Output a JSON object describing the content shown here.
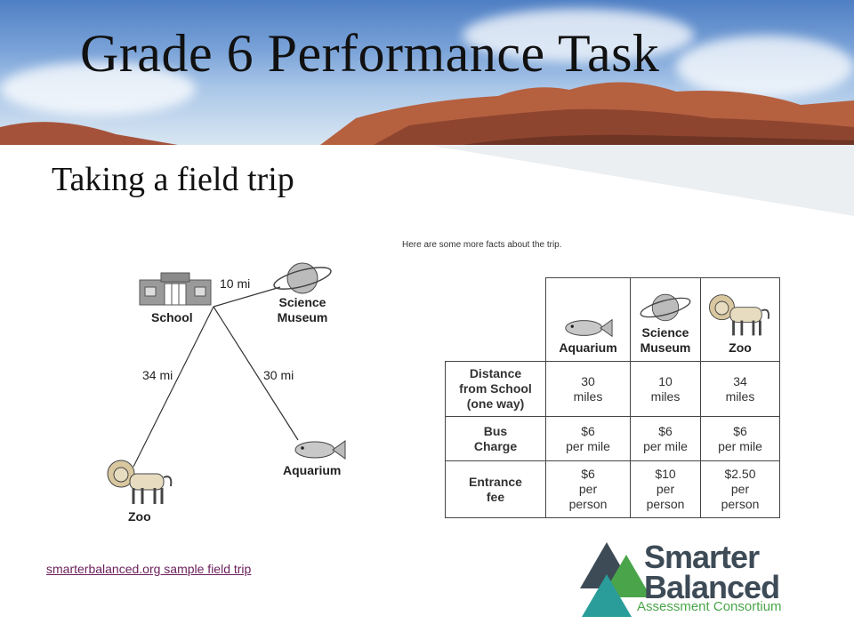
{
  "slide": {
    "title": "Grade 6 Performance Task",
    "subtitle": "Taking a field trip",
    "source_link": "smarterbalanced.org sample field trip"
  },
  "map": {
    "places": {
      "school": "School",
      "science_museum_line1": "Science",
      "science_museum_line2": "Museum",
      "aquarium": "Aquarium",
      "zoo": "Zoo"
    },
    "distances": {
      "school_to_museum": "10 mi",
      "school_to_zoo": "34 mi",
      "museum_to_aquarium": "30 mi"
    }
  },
  "facts": {
    "intro": "Here are some more facts about the trip.",
    "columns": {
      "aquarium": "Aquarium",
      "museum_line1": "Science",
      "museum_line2": "Museum",
      "zoo": "Zoo"
    },
    "rows": [
      {
        "header": [
          "Distance",
          "from School",
          "(one way)"
        ],
        "cells": [
          [
            "30",
            "miles"
          ],
          [
            "10",
            "miles"
          ],
          [
            "34",
            "miles"
          ]
        ]
      },
      {
        "header": [
          "Bus",
          "Charge"
        ],
        "cells": [
          [
            "$6",
            "per mile"
          ],
          [
            "$6",
            "per mile"
          ],
          [
            "$6",
            "per mile"
          ]
        ]
      },
      {
        "header": [
          "Entrance",
          "fee"
        ],
        "cells": [
          [
            "$6",
            "per",
            "person"
          ],
          [
            "$10",
            "per",
            "person"
          ],
          [
            "$2.50",
            "per",
            "person"
          ]
        ]
      }
    ]
  },
  "logo": {
    "word1": "Smarter",
    "word2": "Balanced",
    "tagline": "Assessment Consortium"
  },
  "colors": {
    "link": "#6a1e5a",
    "logo_text": "#3d4b57",
    "logo_green": "#4aa54a",
    "logo_teal": "#2a9d9a"
  }
}
